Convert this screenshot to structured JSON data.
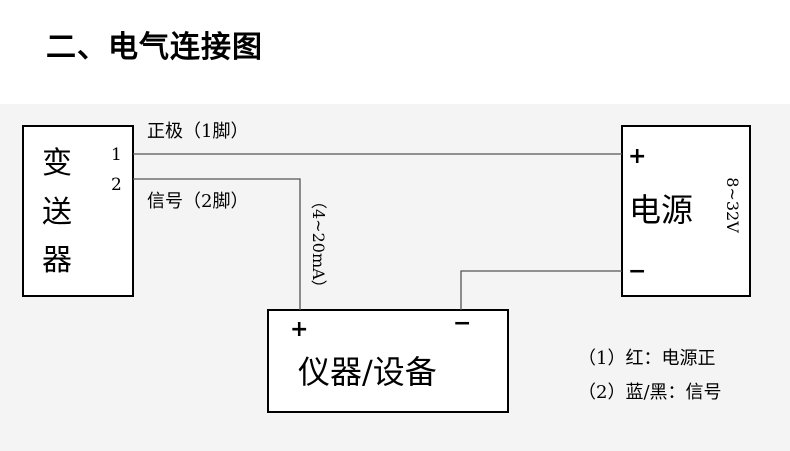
{
  "title": "二、电气连接图",
  "transmitter": {
    "label_chars": [
      "变",
      "送",
      "器"
    ],
    "pin1": "1",
    "pin2": "2"
  },
  "power": {
    "label": "电源",
    "plus": "+",
    "minus": "−",
    "voltage": "8~32V"
  },
  "instrument": {
    "label": "仪器/设备",
    "plus": "+",
    "minus": "−"
  },
  "wires": {
    "positive": "正极（1脚）",
    "signal": "信号（2脚）",
    "current": "（4~20mA）"
  },
  "legend": [
    "（1）红：电源正",
    "（2）蓝/黑：信号"
  ],
  "colors": {
    "line": "#000000",
    "wire": "#555555",
    "background": "#f4f4f4"
  }
}
